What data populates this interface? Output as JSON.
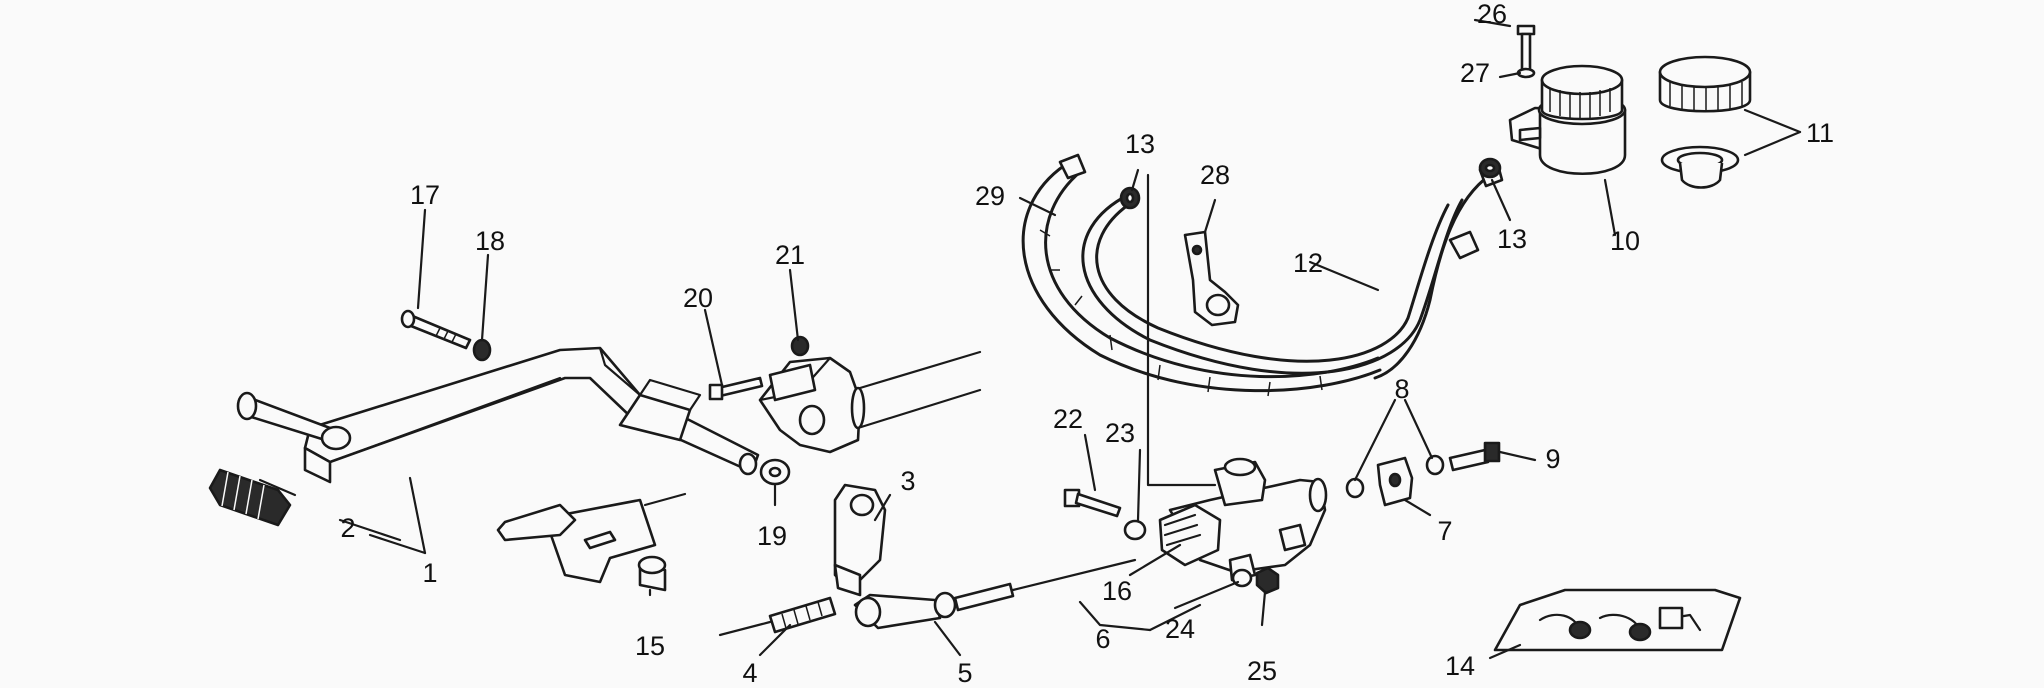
{
  "background": "#fafafa",
  "ink": "#1a1a1a",
  "labels": {
    "p1": "1",
    "p2": "2",
    "p3": "3",
    "p4": "4",
    "p5": "5",
    "p6": "6",
    "p7": "7",
    "p8": "8",
    "p9": "9",
    "p10": "10",
    "p11": "11",
    "p12": "12",
    "p13a": "13",
    "p13b": "13",
    "p14": "14",
    "p15": "15",
    "p16": "16",
    "p17": "17",
    "p18": "18",
    "p19": "19",
    "p20": "20",
    "p21": "21",
    "p22": "22",
    "p23": "23",
    "p24": "24",
    "p25": "25",
    "p26": "26",
    "p27": "27",
    "p28": "28",
    "p29": "29"
  }
}
